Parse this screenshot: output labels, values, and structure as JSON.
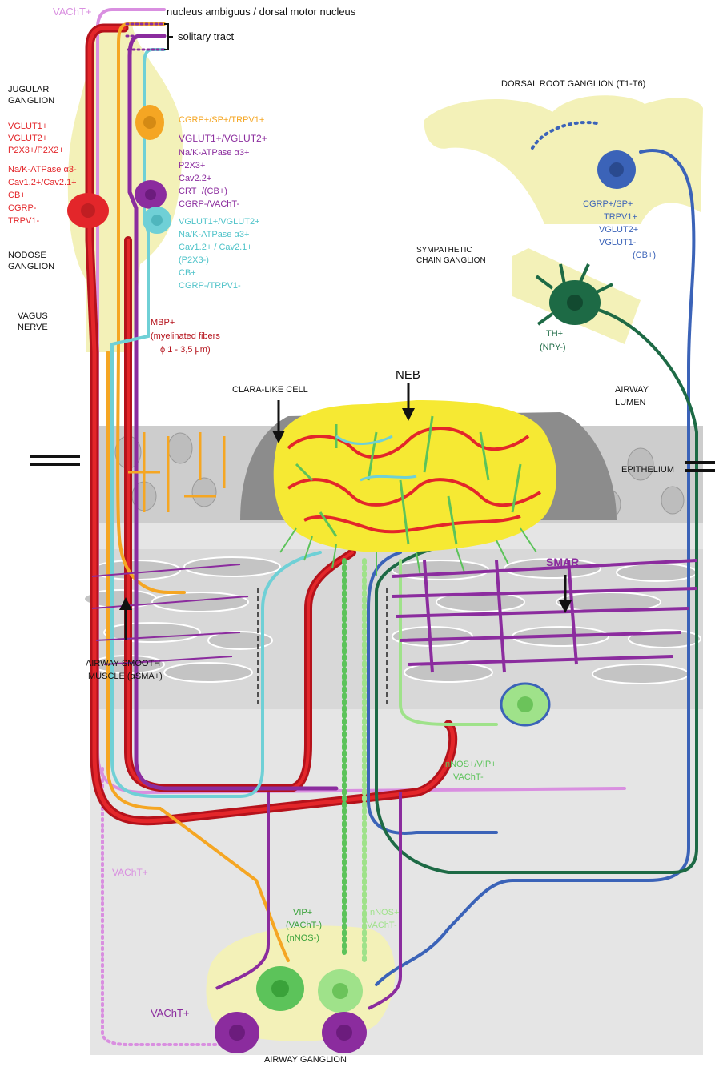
{
  "top_labels": {
    "vacht_top": "VAChT+",
    "nucleus": "nucleus ambiguus / dorsal motor nucleus",
    "solitary": "solitary tract"
  },
  "left_labels": {
    "jugular": [
      "JUGULAR",
      "GANGLION"
    ],
    "nodose": [
      "NODOSE",
      "GANGLION"
    ],
    "vagus": [
      "VAGUS",
      "NERVE"
    ],
    "red_markers": [
      "VGLUT1+",
      "VGLUT2+",
      "P2X3+/P2X2+",
      "Na/K-ATPase α3-",
      "Cav1.2+/Cav2.1+",
      "CB+",
      "CGRP-",
      "TRPV1-"
    ]
  },
  "middle_labels": {
    "orange_markers": [
      "CGRP+/SP+/TRPV1+"
    ],
    "purple_markers": [
      "VGLUT1+/VGLUT2+",
      "Na/K-ATPase α3+",
      "P2X3+",
      "Cav2.2+",
      "CRT+/(CB+)",
      "CGRP-/VAChT-"
    ],
    "cyan_markers": [
      "VGLUT1+/VGLUT2+",
      "Na/K-ATPase α3+",
      "Cav1.2+ / Cav2.1+",
      "(P2X3-)",
      "CB+",
      "CGRP-/TRPV1-"
    ],
    "mbp": [
      "MBP+",
      "(myelinated fibers",
      "ϕ 1 - 3,5 μm)"
    ]
  },
  "right_labels": {
    "drg": "DORSAL ROOT GANGLION (T1-T6)",
    "blue_markers": [
      "CGRP+/SP+",
      "TRPV1+",
      "VGLUT2+",
      "VGLUT1-",
      "(CB+)"
    ],
    "sympathetic": [
      "SYMPATHETIC",
      "CHAIN GANGLION"
    ],
    "th_markers": [
      "TH+",
      "(NPY-)"
    ],
    "airway_lumen": [
      "AIRWAY",
      "LUMEN"
    ],
    "epithelium": "EPITHELIUM",
    "smar": "SMAR"
  },
  "center_labels": {
    "clara": "CLARA-LIKE CELL",
    "neb": "NEB",
    "smooth_muscle": [
      "AIRWAY SMOOTH",
      "MUSCLE (αSMA+)"
    ],
    "nnos_vip": [
      "nNOS+/VIP+",
      "VAChT-"
    ]
  },
  "bottom_labels": {
    "vacht_left": "VAChT+",
    "vip": [
      "VIP+",
      "(VAChT-)",
      "(nNOS-)"
    ],
    "nnos": [
      "nNOS+",
      "VAChT-"
    ],
    "vacht_ganglion": "VAChT+",
    "airway_ganglion": "AIRWAY GANGLION"
  },
  "colors": {
    "red": "#e3262a",
    "dark_red": "#b5121b",
    "orange": "#f5a623",
    "purple": "#8b2c9e",
    "cyan": "#6fd0d6",
    "pink": "#d98fe0",
    "blue": "#3b63b8",
    "dark_green": "#1d6a45",
    "green": "#5cc35a",
    "light_green": "#9fe28a",
    "yellow": "#f6e933",
    "pale_yellow": "#f3f1b8"
  }
}
